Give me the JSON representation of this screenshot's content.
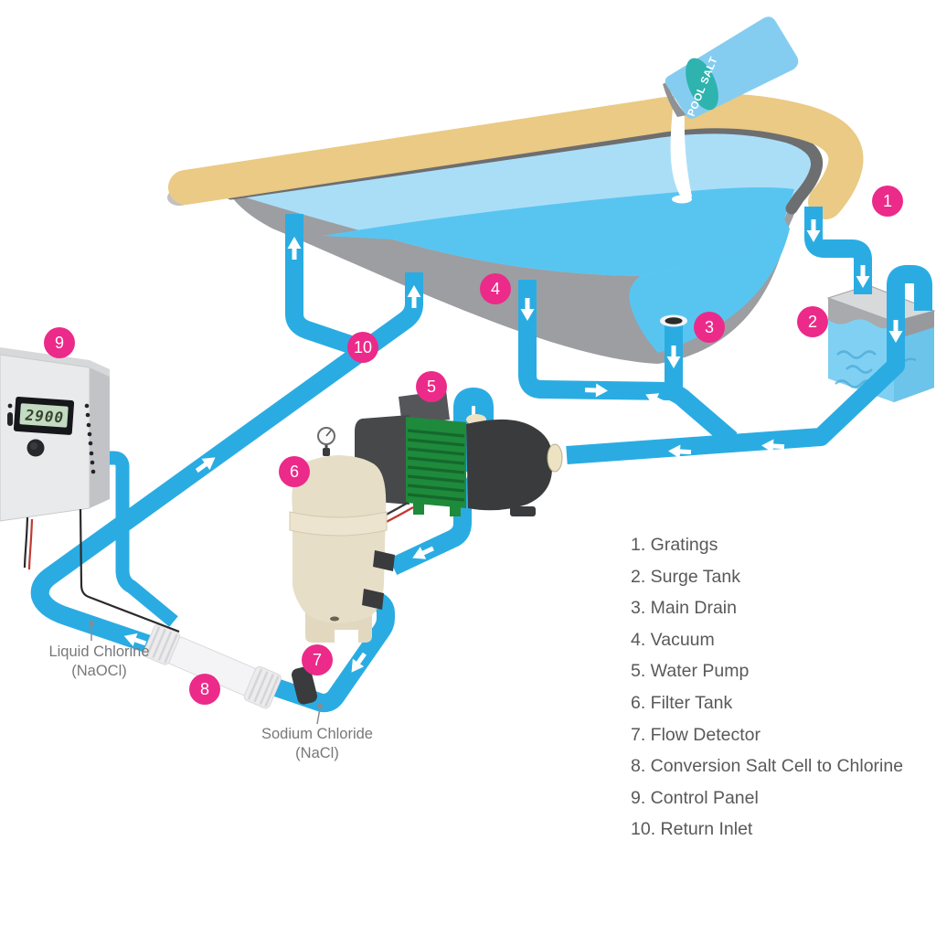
{
  "salt_bag": {
    "label": "POOL SALT"
  },
  "control_panel": {
    "display_value": "2900"
  },
  "labels": {
    "liquid_chlorine_line1": "Liquid Chlorine",
    "liquid_chlorine_line2": "(NaOCl)",
    "sodium_chloride_line1": "Sodium Chloride",
    "sodium_chloride_line2": "(NaCl)"
  },
  "markers": [
    "1",
    "2",
    "3",
    "4",
    "5",
    "6",
    "7",
    "8",
    "9",
    "10"
  ],
  "legend": {
    "items": [
      "1. Gratings",
      "2. Surge Tank",
      "3. Main Drain",
      "4. Vacuum",
      "5. Water Pump",
      "6. Filter Tank",
      "7. Flow Detector",
      "8. Conversion Salt Cell to Chlorine",
      "9. Control Panel",
      "10. Return Inlet"
    ]
  },
  "colors": {
    "pipe": "#2AACE3",
    "marker": "#EC2A8A",
    "deck": "#EACA84",
    "rim": "#6D6E70",
    "wall": "#9C9EA1",
    "water_light": "#AADEF7",
    "water_deep": "#58C5F1",
    "pump_green": "#1E8A3C",
    "filter_tan": "#E7DEC8",
    "legend_text": "#58595B",
    "salt_label_teal": "#2FB3AE"
  }
}
